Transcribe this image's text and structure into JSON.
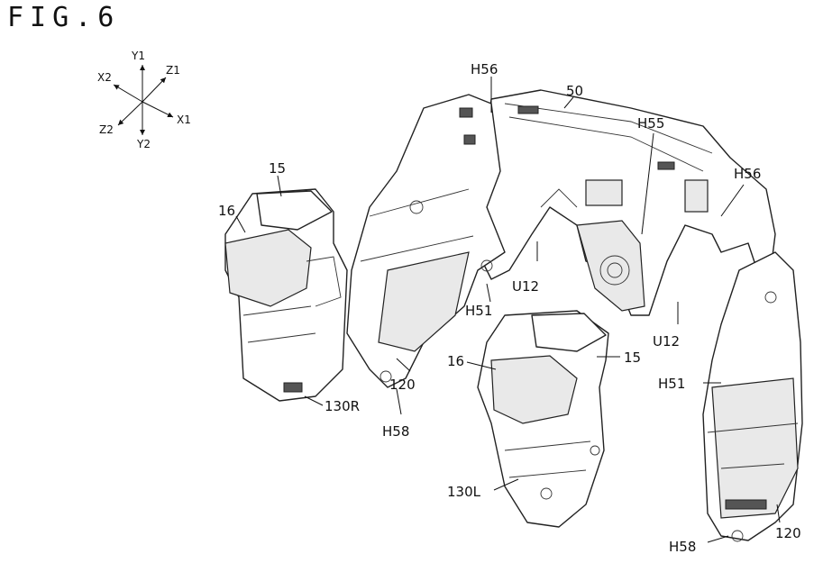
{
  "figure": {
    "title": "FIG.6"
  },
  "axes": [
    "Y1",
    "X2",
    "Z1",
    "X1",
    "Z2",
    "Y2"
  ],
  "labels": {
    "h56_left": "H56",
    "part_50": "50",
    "h55": "H55",
    "h56_right": "H56",
    "u12_left": "U12",
    "h51_left": "H51",
    "u12_right": "U12",
    "h51_right": "H51",
    "part_15_left": "15",
    "part_16_left": "16",
    "part_130r": "130R",
    "part_120_left": "120",
    "h58_left": "H58",
    "part_16_center": "16",
    "part_15_center": "15",
    "part_130l": "130L",
    "part_120_right": "120",
    "h58_right": "H58"
  }
}
